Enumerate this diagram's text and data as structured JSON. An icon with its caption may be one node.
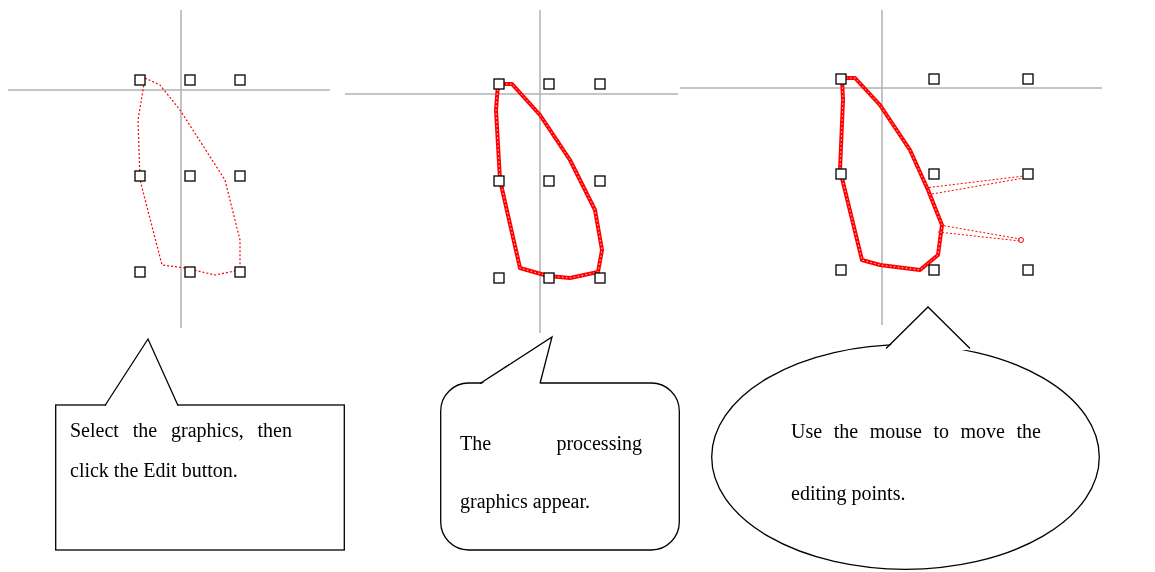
{
  "diagram": {
    "nodes": [
      {
        "text": [
          "Select the graphics, then click the Edit button."
        ]
      },
      {
        "text": [
          "The processing graphics appear."
        ]
      },
      {
        "text": [
          "Use the mouse to move the editing points."
        ]
      }
    ]
  }
}
